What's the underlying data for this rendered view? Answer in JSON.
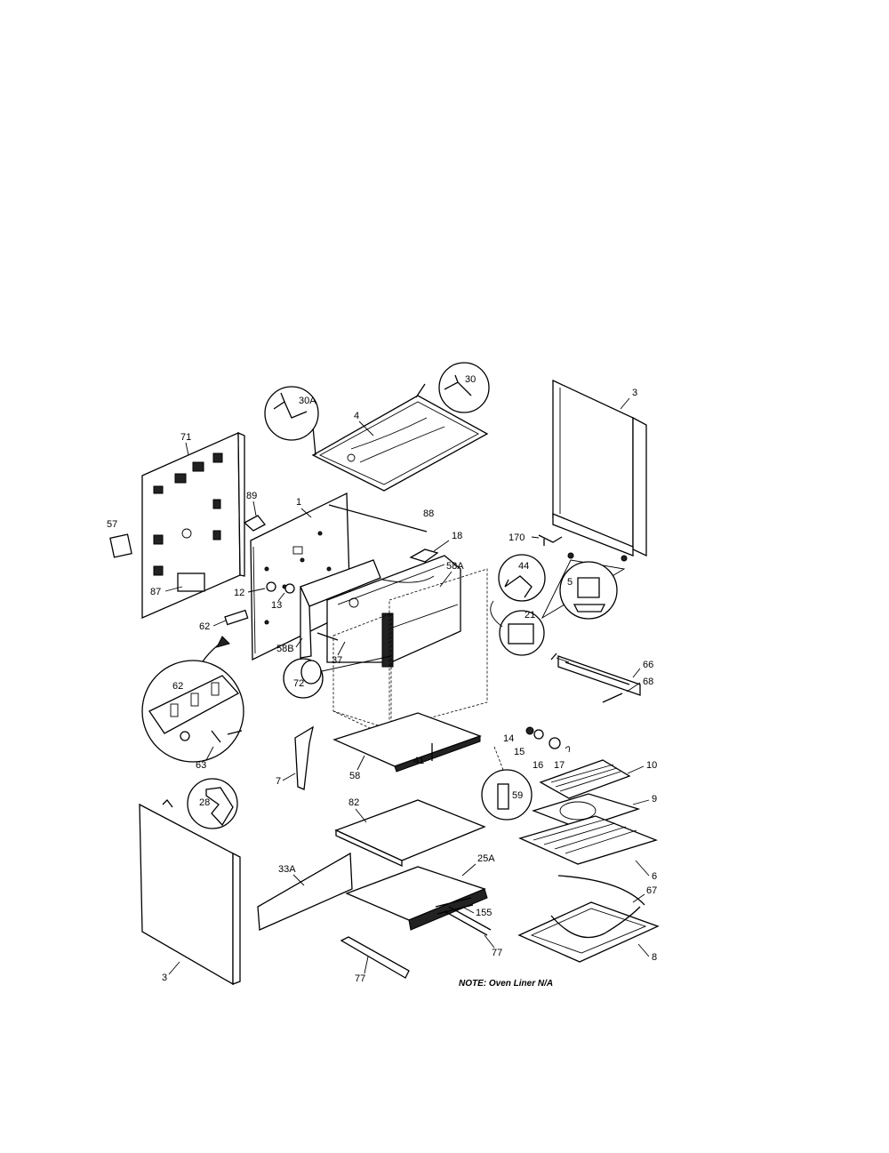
{
  "callouts": {
    "c3_top": "3",
    "c30A": "30A",
    "c30": "30",
    "c4": "4",
    "c71": "71",
    "c89": "89",
    "c1": "1",
    "c88": "88",
    "c18": "18",
    "c58A": "58A",
    "c57": "57",
    "c87": "87",
    "c12": "12",
    "c13": "13",
    "c62_small": "62",
    "c170": "170",
    "c44": "44",
    "c5": "5",
    "c21": "21",
    "c66": "66",
    "c68": "68",
    "c62_big": "62",
    "c63": "63",
    "c58B": "58B",
    "c37": "37",
    "c72": "72",
    "c14": "14",
    "c15": "15",
    "c16": "16",
    "c17": "17",
    "c10": "10",
    "c9": "9",
    "c6": "6",
    "c7": "7",
    "c58": "58",
    "c41": "41",
    "c59": "59",
    "c28": "28",
    "c82": "82",
    "c33A": "33A",
    "c25A": "25A",
    "c155": "155",
    "c77_right": "77",
    "c67": "67",
    "c8": "8",
    "c3_bottom": "3",
    "c77_bottom": "77"
  },
  "note": "NOTE:  Oven Liner N/A"
}
